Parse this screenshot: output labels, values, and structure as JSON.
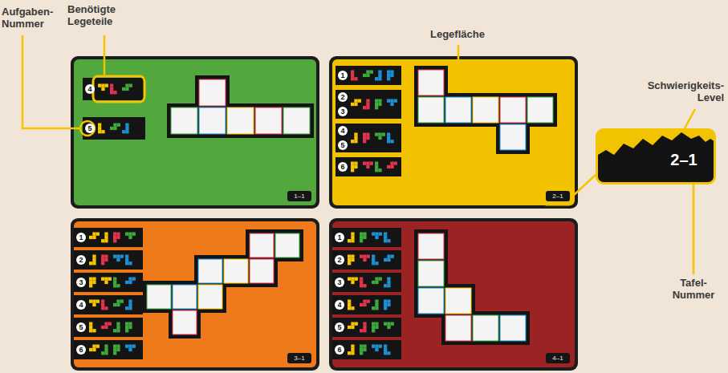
{
  "diagram": {
    "nodes": [
      {
        "text": [
          "2–1"
        ]
      }
    ],
    "labels": [
      "Aufgaben- Nummer",
      "Benötigte Legeteile",
      "Legefläche",
      "Schwierigkeits- Level",
      "Tafel- Nummer",
      "4",
      "5",
      "1",
      "2",
      "3",
      "4",
      "5",
      "6",
      "1",
      "2",
      "3",
      "4",
      "5",
      "6",
      "1",
      "2",
      "3",
      "4",
      "5",
      "6",
      "1–1",
      "2–1",
      "3–1",
      "4–1"
    ]
  }
}
